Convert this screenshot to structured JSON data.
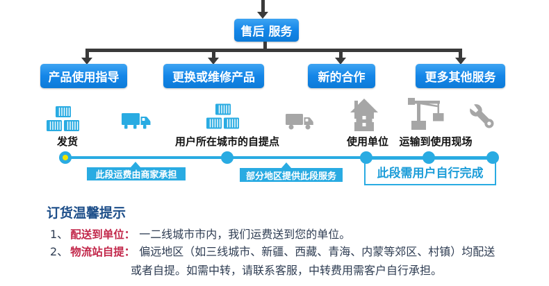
{
  "flowchart": {
    "root": "售后 服务",
    "branches": [
      "产品使用指导",
      "更换或维修产品",
      "新的合作",
      "更多其他服务"
    ]
  },
  "stations": {
    "labels": [
      "发货",
      "用户所在城市的自提点",
      "使用单位",
      "运输到使用现场"
    ],
    "icons": [
      "cargo-boxes-icon",
      "truck-icon",
      "cargo-boxes-icon",
      "truck-icon",
      "building-icon",
      "crane-icon",
      "wrench-icon"
    ]
  },
  "timeline": {
    "segment1": "此段运费由商家承担",
    "segment2": "部分地区提供此段服务",
    "segment3": "此段需用户自行完成"
  },
  "notes": {
    "heading": "订货温馨提示",
    "item1_num": "1、",
    "item1_label": "配送到单位：",
    "item1_text": "一二线城市市内，我们运费送到您的单位。",
    "item2_num": "2、",
    "item2_label": "物流站自提：",
    "item2_text": "偏远地区（如三线城市、新疆、西藏、青海、内蒙等郊区、村镇）均配送",
    "item2_text2": "或者自提。如需中转，请联系客服，中转费用需客户自行承担。"
  },
  "colors": {
    "flow_box_blue": "#1486e8",
    "connector_dark": "#3a3a3a",
    "timeline_blue": "#29abe2",
    "icon_gray": "#a6a6a6",
    "dot_center_yellow": "#f0e400",
    "heading_navy": "#1d4e89",
    "body_navy": "#2e3c52",
    "label_red": "#c2274a"
  }
}
